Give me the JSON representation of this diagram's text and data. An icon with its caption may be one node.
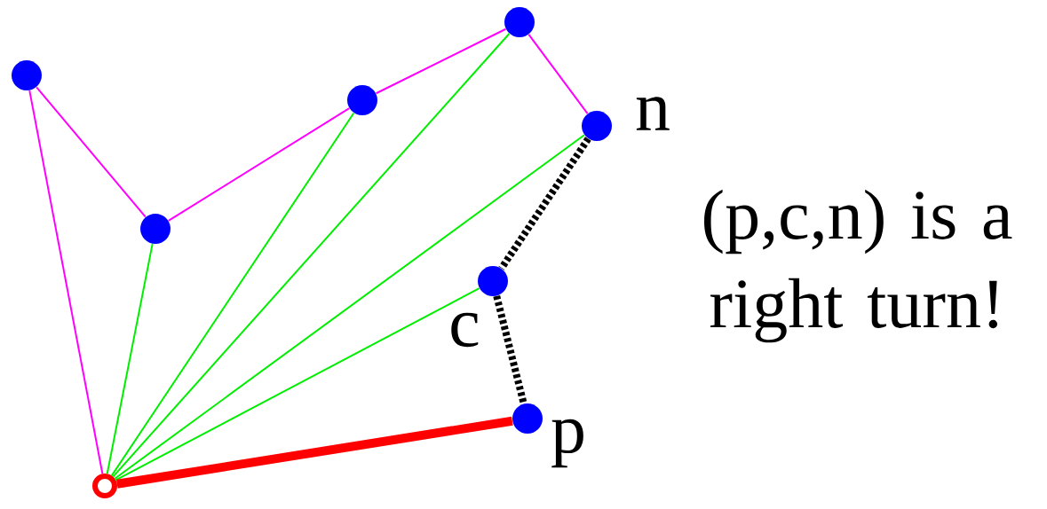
{
  "diagram": {
    "nodes": [
      {
        "text": [],
        "shape": "circle"
      },
      {
        "text": [],
        "shape": "circle"
      },
      {
        "text": [],
        "shape": "circle"
      },
      {
        "text": [],
        "shape": "circle"
      },
      {
        "text": [],
        "shape": "circle"
      },
      {
        "text": [],
        "shape": "circle",
        "beside": [
          "n"
        ]
      },
      {
        "text": [],
        "shape": "circle",
        "beside": [
          "c"
        ]
      },
      {
        "text": [],
        "shape": "circle",
        "beside": [
          "p"
        ]
      }
    ],
    "edges": [
      {
        "from": 0,
        "to": 1,
        "arrow": "none",
        "color": "#ff00ff"
      },
      {
        "from": 1,
        "to": 2,
        "arrow": "none",
        "color": "#ff00ff"
      },
      {
        "from": 2,
        "to": 3,
        "arrow": "none",
        "color": "#ff00ff"
      },
      {
        "from": 3,
        "to": 4,
        "arrow": "none",
        "color": "#ff00ff"
      },
      {
        "from": 4,
        "to": 5,
        "arrow": "none",
        "color": "#ff00ff"
      },
      {
        "from": 0,
        "to": 2,
        "arrow": "none",
        "color": "#00ee00"
      },
      {
        "from": 0,
        "to": 3,
        "arrow": "none",
        "color": "#00ee00"
      },
      {
        "from": 0,
        "to": 4,
        "arrow": "none",
        "color": "#00ee00"
      },
      {
        "from": 0,
        "to": 5,
        "arrow": "none",
        "color": "#00ee00"
      },
      {
        "from": 0,
        "to": 6,
        "arrow": "none",
        "color": "#00ee00"
      },
      {
        "from": 5,
        "to": 6,
        "arrow": "none",
        "style": "dashed",
        "color": "#000000"
      },
      {
        "from": 6,
        "to": 7,
        "arrow": "none",
        "style": "dashed",
        "color": "#000000"
      },
      {
        "from": 0,
        "to": 7,
        "arrow": "none",
        "style": "thick",
        "color": "#ff0000"
      }
    ],
    "labels": [
      "(p,c,n) is a right turn!"
    ]
  }
}
